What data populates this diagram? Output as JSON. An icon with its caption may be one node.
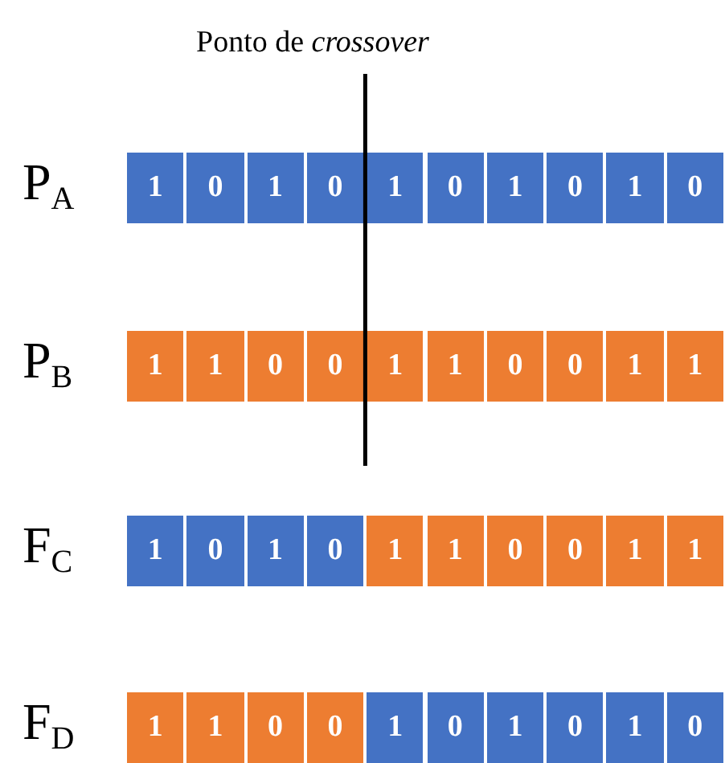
{
  "diagram": {
    "nodes": [
      {
        "text": [
          "1"
        ]
      },
      {
        "text": [
          "0"
        ]
      },
      {
        "text": [
          "1"
        ]
      },
      {
        "text": [
          "0"
        ]
      },
      {
        "text": [
          "1"
        ]
      },
      {
        "text": [
          "0"
        ]
      },
      {
        "text": [
          "1"
        ]
      },
      {
        "text": [
          "0"
        ]
      },
      {
        "text": [
          "1"
        ]
      },
      {
        "text": [
          "0"
        ]
      },
      {
        "text": [
          "1"
        ]
      },
      {
        "text": [
          "1"
        ]
      },
      {
        "text": [
          "0"
        ]
      },
      {
        "text": [
          "0"
        ]
      },
      {
        "text": [
          "1"
        ]
      },
      {
        "text": [
          "1"
        ]
      },
      {
        "text": [
          "0"
        ]
      },
      {
        "text": [
          "0"
        ]
      },
      {
        "text": [
          "1"
        ]
      },
      {
        "text": [
          "1"
        ]
      },
      {
        "text": [
          "1"
        ]
      },
      {
        "text": [
          "0"
        ]
      },
      {
        "text": [
          "1"
        ]
      },
      {
        "text": [
          "0"
        ]
      },
      {
        "text": [
          "1"
        ]
      },
      {
        "text": [
          "1"
        ]
      },
      {
        "text": [
          "0"
        ]
      },
      {
        "text": [
          "0"
        ]
      },
      {
        "text": [
          "1"
        ]
      },
      {
        "text": [
          "1"
        ]
      },
      {
        "text": [
          "1"
        ]
      },
      {
        "text": [
          "1"
        ]
      },
      {
        "text": [
          "0"
        ]
      },
      {
        "text": [
          "0"
        ]
      },
      {
        "text": [
          "1"
        ]
      },
      {
        "text": [
          "0"
        ]
      },
      {
        "text": [
          "1"
        ]
      },
      {
        "text": [
          "0"
        ]
      },
      {
        "text": [
          "1"
        ]
      },
      {
        "text": [
          "0"
        ]
      }
    ],
    "labels": [
      "Ponto de *crossover*",
      "P$_{A}$",
      "P$_{B}$",
      "F$_{C}$",
      "F$_{D}$"
    ]
  }
}
